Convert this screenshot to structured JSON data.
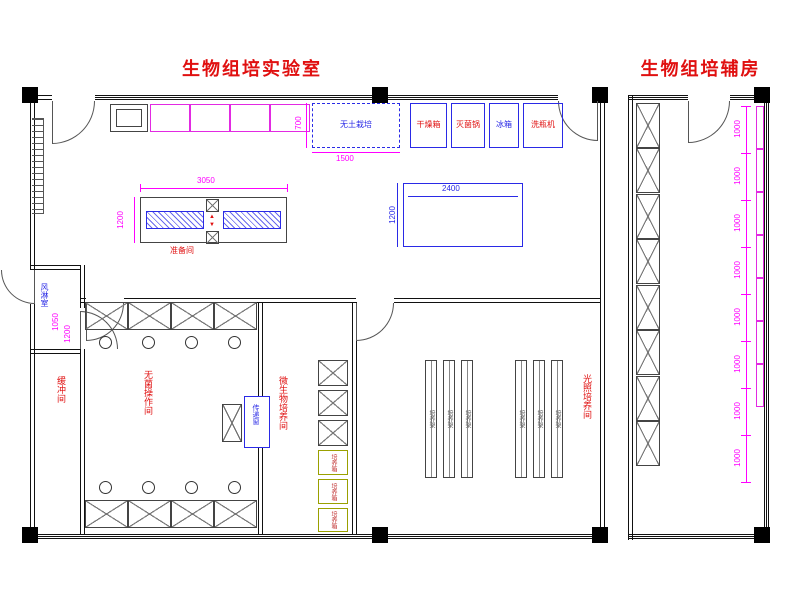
{
  "titles": {
    "main_lab": "生物组培实验室",
    "aux_room": "生物组培辅房"
  },
  "rooms": {
    "prep_room": "准备间",
    "air_shower": "风淋室",
    "buffer_room": "缓冲间",
    "sterile_op_room": "无菌操作间",
    "micro_culture_room": "微生物培养间",
    "light_culture_room": "光照培养间"
  },
  "equipment": {
    "soilless_culture": "无土栽培",
    "drying_oven": "干燥箱",
    "sterilizer": "灭菌锅",
    "fridge": "冰箱",
    "bottle_washer": "洗瓶机",
    "pass_window": "传递窗",
    "culture_rack": "培养架",
    "incubators": [
      "培养箱",
      "培养箱",
      "培养箱"
    ]
  },
  "dimensions": {
    "soilless_width": "1500",
    "soilless_depth": "700",
    "prep_bench_width": "3050",
    "prep_bench_depth": "1200",
    "center_table_width": "2400",
    "center_table_depth": "1200",
    "air_shower_width": "1050",
    "air_shower_depth": "1200",
    "aux_bays": [
      "1000",
      "1000",
      "1000",
      "1000",
      "1000",
      "1000",
      "1000",
      "1000"
    ]
  },
  "symbols": {
    "arrow_up": "▲",
    "arrow_down": "▼"
  },
  "colors": {
    "label_red": "#e01010",
    "dim_magenta": "#ff00ff",
    "line_blue": "#2a2ae6",
    "wall": "#000000",
    "equip_olive": "#9aa000"
  }
}
